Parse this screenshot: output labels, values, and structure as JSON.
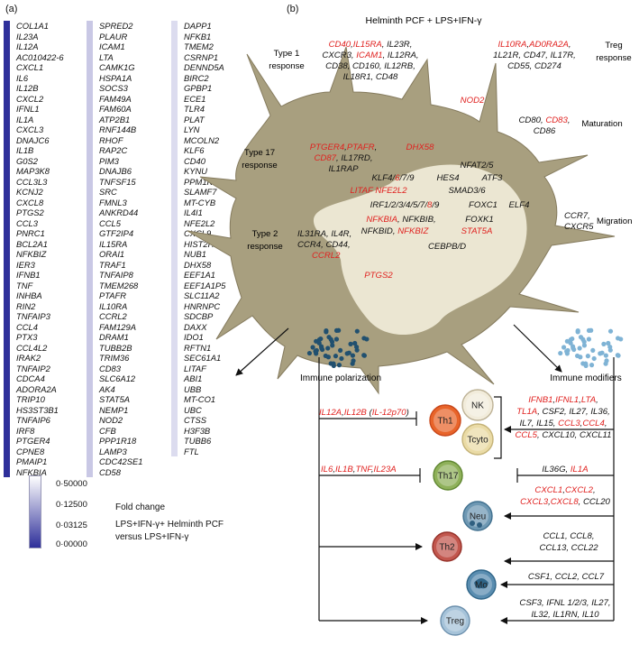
{
  "panel_a": {
    "label": "(a)",
    "columns": [
      [
        "COL1A1",
        "IL23A",
        "IL12A",
        "AC010422-6",
        "CXCL1",
        "IL6",
        "IL12B",
        "CXCL2",
        "IFNL1",
        "IL1A",
        "CXCL3",
        "DNAJC6",
        "IL1B",
        "G0S2",
        "MAP3K8",
        "CCL3L3",
        "KCNJ2",
        "CXCL8",
        "PTGS2",
        "CCL3",
        "PNRC1",
        "BCL2A1",
        "NFKBIZ",
        "IER3",
        "IFNB1",
        "TNF",
        "INHBA",
        "RIN2",
        "TNFAIP3",
        "CCL4",
        "PTX3",
        "CCL4L2",
        "IRAK2",
        "TNFAIP2",
        "CDCA4",
        "ADORA2A",
        "TRIP10",
        "HS3ST3B1",
        "TNFAIP6",
        "IRF8",
        "PTGER4",
        "CPNE8",
        "PMAIP1",
        "NFKBIA"
      ],
      [
        "SPRED2",
        "PLAUR",
        "ICAM1",
        "LTA",
        "CAMK1G",
        "HSPA1A",
        "SOCS3",
        "FAM49A",
        "FAM60A",
        "ATP2B1",
        "RNF144B",
        "RHOF",
        "RAP2C",
        "PIM3",
        "DNAJB6",
        "TNFSF15",
        "SRC",
        "FMNL3",
        "ANKRD44",
        "CCL5",
        "GTF2IP4",
        "IL15RA",
        "ORAI1",
        "TRAF1",
        "TNFAIP8",
        "TMEM268",
        "PTAFR",
        "IL10RA",
        "CCRL2",
        "FAM129A",
        "DRAM1",
        "TUBB2B",
        "TRIM36",
        "CD83",
        "SLC6A12",
        "AK4",
        "STAT5A",
        "NEMP1",
        "NOD2",
        "CFB",
        "PPP1R18",
        "LAMP3",
        "CDC42SE1",
        "CD58"
      ],
      [
        "DAPP1",
        "NFKB1",
        "TMEM2",
        "CSRNP1",
        "DENND5A",
        "BIRC2",
        "GPBP1",
        "ECE1",
        "TLR4",
        "PLAT",
        "LYN",
        "MCOLN2",
        "KLF6",
        "CD40",
        "KYNU",
        "PPM1K",
        "SLAMF7",
        "MT-CYB",
        "IL4I1",
        "NFE2L2",
        "CXCL9",
        "HIST2H2AA4",
        "NUB1",
        "DHX58",
        "EEF1A1",
        "EEF1A1P5",
        "SLC11A2",
        "HNRNPC",
        "SDCBP",
        "DAXX",
        "IDO1",
        "RFTN1",
        "SEC61A1",
        "LITAF",
        "ABI1",
        "UBB",
        "MT-CO1",
        "UBC",
        "CTSS",
        "H3F3B",
        "TUBB6",
        "FTL"
      ]
    ],
    "bar_colors": [
      "#2e2f9a",
      "#c9c8e5",
      "#dcdcef"
    ],
    "legend": {
      "ticks": [
        "0·50000",
        "0·12500",
        "0·03125",
        "0·00000"
      ],
      "title": "Fold change",
      "subtitle_l1": "LPS+IFN-γ+ Helminth PCF",
      "subtitle_l2": "versus LPS+IFN-γ",
      "gradient_top": "#ffffff",
      "gradient_bottom": "#2e2f9a"
    }
  },
  "panel_b": {
    "label": "(b)",
    "title": "Helminth PCF + LPS+IFN-γ",
    "colors": {
      "red": "#e0211f",
      "cell": "#a89f7f",
      "nucleus": "#ebe6d2",
      "dark_dot": "#21506f",
      "light_dot": "#7fb3d5"
    },
    "type1": {
      "l1": "Type 1",
      "l2": "response",
      "line1": [
        [
          "CD40",
          "r"
        ],
        [
          ",",
          ""
        ],
        [
          "IL15RA",
          "r"
        ],
        [
          ", IL23R,",
          ""
        ]
      ],
      "line2": [
        [
          "CXCR3, ",
          ""
        ],
        [
          "ICAM1",
          "r"
        ],
        [
          ", IL12RA,",
          ""
        ]
      ],
      "line3": [
        [
          "CD38, CD160, IL12RB,",
          ""
        ]
      ],
      "line4": [
        [
          "IL18R1, CD48",
          ""
        ]
      ]
    },
    "treg": {
      "l1": "Treg",
      "l2": "response",
      "line1": [
        [
          "IL10RA",
          "r"
        ],
        [
          ",",
          ""
        ],
        [
          "AD0RA2A",
          "r"
        ],
        [
          ",",
          ""
        ]
      ],
      "line2": [
        [
          "1L21R, CD47, IL17R,",
          ""
        ]
      ],
      "line3": [
        [
          "CD55, CD274",
          ""
        ]
      ]
    },
    "nod2": "NOD2",
    "dhx58": "DHX58",
    "maturation": {
      "label": "Maturation",
      "line1": [
        [
          "CD80, ",
          ""
        ],
        [
          "CD83",
          "r"
        ],
        [
          ",",
          ""
        ]
      ],
      "line2": [
        [
          "CD86",
          ""
        ]
      ]
    },
    "type17": {
      "l1": "Type 17",
      "l2": "response",
      "line1": [
        [
          "PTGER4",
          "r"
        ],
        [
          ",",
          ""
        ],
        [
          "PTAFR",
          "r"
        ],
        [
          ",",
          ""
        ]
      ],
      "line2": [
        [
          "CD87",
          "r"
        ],
        [
          ", IL17RD,",
          ""
        ]
      ],
      "line3": [
        [
          "IL1RAP",
          ""
        ]
      ]
    },
    "migration": {
      "label": "Migration",
      "line1": [
        [
          "CCR7,",
          ""
        ]
      ],
      "line2": [
        [
          "CXCR5",
          ""
        ]
      ]
    },
    "type2": {
      "l1": "Type 2",
      "l2": "response",
      "line1": [
        [
          "IL31RA, IL4R,",
          ""
        ]
      ],
      "line2": [
        [
          "CCR4, CD44,",
          ""
        ]
      ],
      "line3": [
        [
          "CCRL2",
          "r"
        ]
      ]
    },
    "nucleus": {
      "n1": [
        [
          "NFAT2/5",
          ""
        ]
      ],
      "n2": [
        [
          "KLF4/",
          ""
        ],
        [
          "6",
          "r"
        ],
        [
          "/7/9",
          ""
        ]
      ],
      "n2b": [
        [
          "HES4",
          ""
        ]
      ],
      "n2c": [
        [
          "ATF3",
          ""
        ]
      ],
      "n3": [
        [
          "LITAF",
          "r"
        ],
        [
          " ",
          ""
        ],
        [
          "NFE2L2",
          "r"
        ]
      ],
      "n3b": [
        [
          "SMAD3/6",
          ""
        ]
      ],
      "n4": [
        [
          "IRF1/2/3/4/5/7/",
          ""
        ],
        [
          "8",
          "r"
        ],
        [
          "/9",
          ""
        ]
      ],
      "n4b": [
        [
          "FOXC1",
          ""
        ]
      ],
      "n4c": [
        [
          "ELF4",
          ""
        ]
      ],
      "n5": [
        [
          "NFKBIA",
          "r"
        ],
        [
          ", NFKBIB,",
          ""
        ]
      ],
      "n5b": [
        [
          "FOXK1",
          ""
        ]
      ],
      "n6": [
        [
          "NFKBID, ",
          ""
        ],
        [
          "NFKBIZ",
          "r"
        ]
      ],
      "n6b": [
        [
          "STAT5A",
          "r"
        ]
      ],
      "n7": [
        [
          "CEBPB/D",
          ""
        ]
      ]
    },
    "ptgs2": "PTGS2",
    "immune_polarization": "Immune polarization",
    "immune_modifiers": "Immune modifiers",
    "left_groups": {
      "g1": [
        [
          "IL12A",
          "r"
        ],
        [
          ",",
          ""
        ],
        [
          "IL12B",
          "r"
        ],
        [
          " (",
          ""
        ],
        [
          "IL-12p70",
          "r"
        ],
        [
          ")",
          ""
        ]
      ],
      "g2": [
        [
          "IL6",
          "r"
        ],
        [
          ",",
          ""
        ],
        [
          "IL1B",
          "r"
        ],
        [
          ",",
          ""
        ],
        [
          "TNF",
          "r"
        ],
        [
          ",",
          ""
        ],
        [
          "IL23A",
          "r"
        ]
      ]
    },
    "right_groups": {
      "r1a": [
        [
          "IFNB1",
          "r"
        ],
        [
          ",",
          ""
        ],
        [
          "IFNL1",
          "r"
        ],
        [
          ",",
          ""
        ],
        [
          "LTA",
          "r"
        ],
        [
          ",",
          ""
        ]
      ],
      "r1b": [
        [
          "TL1A",
          "r"
        ],
        [
          ", CSF2, IL27, IL36,",
          ""
        ]
      ],
      "r1c": [
        [
          "IL7, IL15, ",
          ""
        ],
        [
          "CCL3",
          "r"
        ],
        [
          ",",
          ""
        ],
        [
          "CCL4",
          "r"
        ],
        [
          ",",
          ""
        ]
      ],
      "r1d": [
        [
          "CCL5",
          "r"
        ],
        [
          ", CXCL10, CXCL11",
          ""
        ]
      ],
      "r2": [
        [
          "IL36G, ",
          ""
        ],
        [
          "IL1A",
          "r"
        ]
      ],
      "r3a": [
        [
          "CXCL1",
          "r"
        ],
        [
          ",",
          ""
        ],
        [
          "CXCL2",
          "r"
        ],
        [
          ",",
          ""
        ]
      ],
      "r3b": [
        [
          "CXCL3",
          "r"
        ],
        [
          ",",
          ""
        ],
        [
          "CXCL8",
          "r"
        ],
        [
          ", CCL20",
          ""
        ]
      ],
      "r4a": [
        [
          "CCL1, CCL8,",
          ""
        ]
      ],
      "r4b": [
        [
          "CCL13, CCL22",
          ""
        ]
      ],
      "r5": [
        [
          "CSF1, CCL2, CCL7",
          ""
        ]
      ],
      "r6a": [
        [
          "CSF3, IFNL 1/2/3, IL27,",
          ""
        ]
      ],
      "r6b": [
        [
          "IL32, IL1RN, IL10",
          ""
        ]
      ]
    },
    "cells": [
      {
        "label": "NK",
        "fill": "#f2ecdb",
        "edge": "#bdb296"
      },
      {
        "label": "Th1",
        "fill": "#e8642a",
        "edge": "#c8471a"
      },
      {
        "label": "Tcyto",
        "fill": "#eadba6",
        "edge": "#c4b277"
      },
      {
        "label": "Th17",
        "fill": "#8fb15a",
        "edge": "#5f8630"
      },
      {
        "label": "Neu",
        "fill": "#6e98b3",
        "edge": "#3f6f8e"
      },
      {
        "label": "Th2",
        "fill": "#c2574e",
        "edge": "#953028"
      },
      {
        "label": "Mo",
        "fill": "#5a8db0",
        "edge": "#2f6588"
      },
      {
        "label": "Treg",
        "fill": "#a6c3d9",
        "edge": "#6c90ad"
      }
    ]
  }
}
